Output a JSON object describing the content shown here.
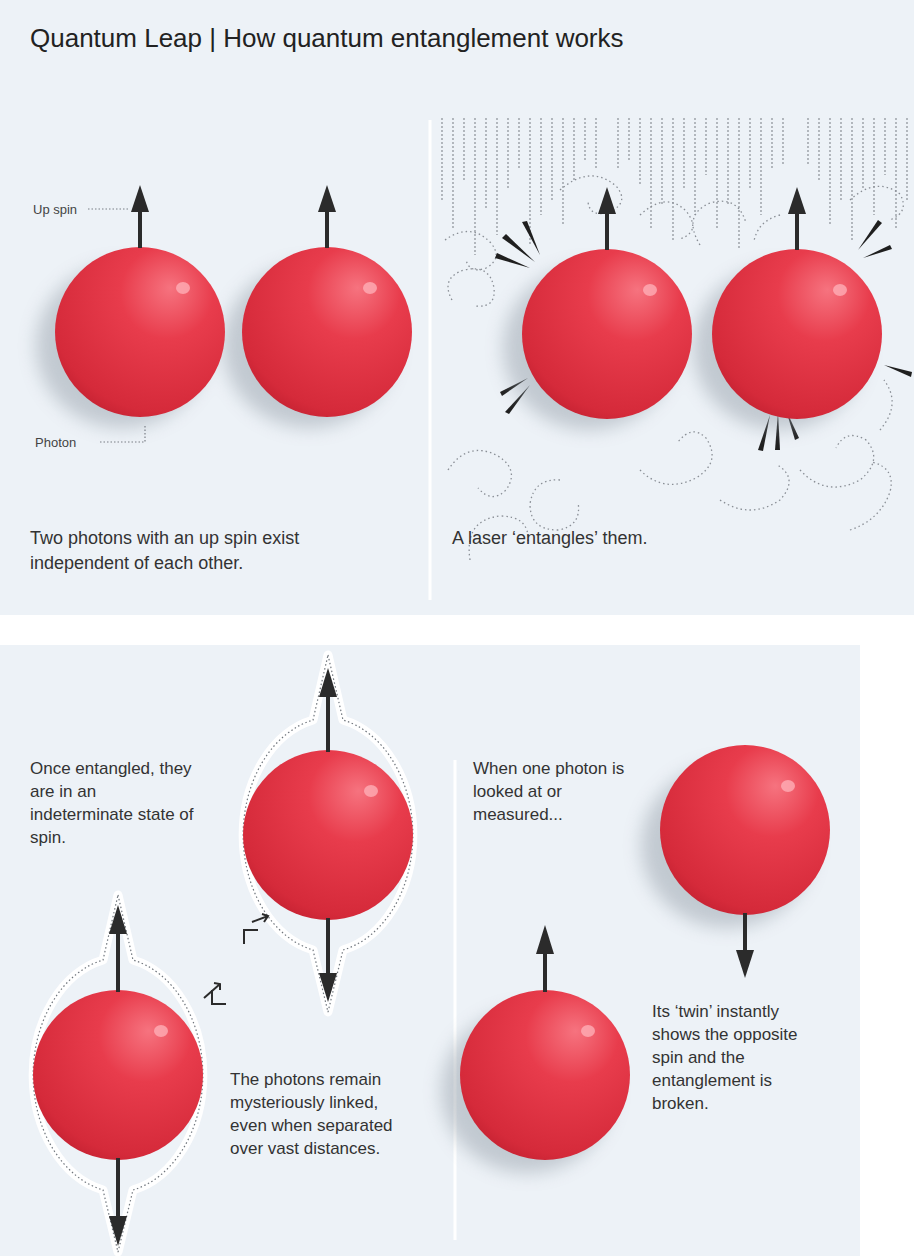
{
  "diagram": {
    "title": "Quantum Leap | How quantum entanglement works",
    "labels": [
      "Up spin",
      "Photon",
      "Two photons with an up spin exist independent of each other.",
      "A laser ‘entangles’ them.",
      "Once entangled, they are in an indeterminate state of spin.",
      "The photons remain mysteriously linked, even when separated over vast distances.",
      "When one photon is looked at or measured...",
      "Its ‘twin’ instantly shows the opposite spin and the entanglement is broken."
    ]
  }
}
